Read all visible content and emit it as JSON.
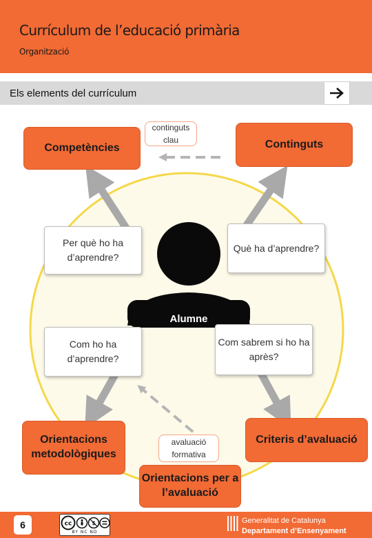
{
  "header": {
    "title": "Currículum de l’educació primària",
    "subtitle": "Organització"
  },
  "section": {
    "title": "Els elements del currículum"
  },
  "diagram": {
    "center_label": "Alumne",
    "top_left": "Competències",
    "top_right": "Continguts",
    "key_contents": "continguts clau",
    "why_learn": "Per què ho ha d’aprendre?",
    "what_learn": "Què ha d’aprendre?",
    "how_learn": "Com ho ha d’aprendre?",
    "how_know": "Com sabrem si ho ha après?",
    "bottom_left": "Orientacions metodològiques",
    "bottom_right": "Criteris d’avaluació",
    "formative": "avaluació formativa",
    "bottom_center": "Orientacions per a l’avaluació"
  },
  "colors": {
    "brand": "#f26a34",
    "circle_fill": "#fdfae9",
    "circle_stroke": "#f4d84a",
    "arrow_gray": "#a9a9a9"
  },
  "footer": {
    "page_number": "6",
    "license": "BY NC ND",
    "org_line1": "Generalitat de Catalunya",
    "org_line2": "Departament d’Ensenyament"
  }
}
